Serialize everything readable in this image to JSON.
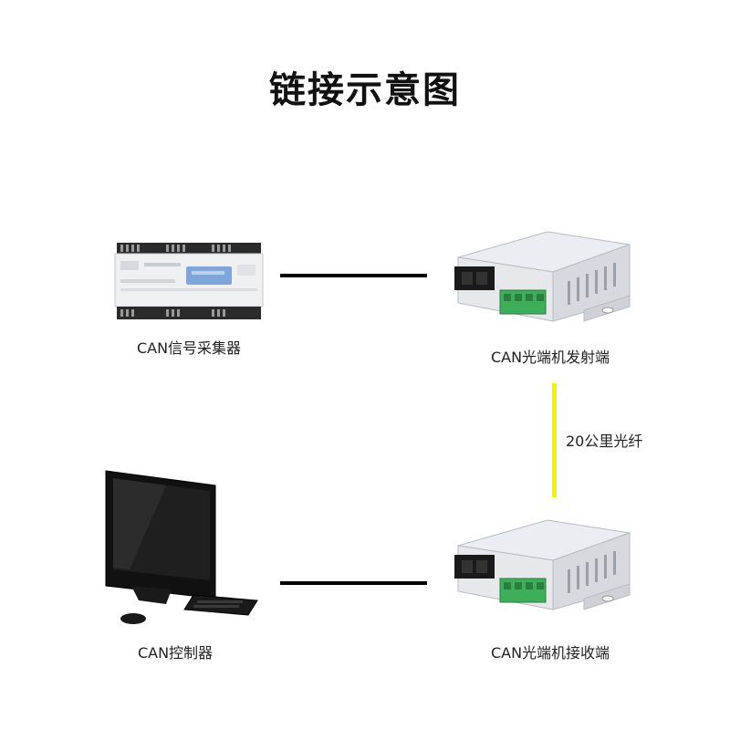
{
  "title": "链接示意图",
  "nodes": {
    "collector": "CAN信号采集器",
    "transmitter": "CAN光端机发射端",
    "controller": "CAN控制器",
    "receiver": "CAN光端机接收端"
  },
  "fiber_label": "20公里光纤",
  "colors": {
    "wire": "#000000",
    "fiber": "#f3f300",
    "terminal_green": "#3fae5a"
  },
  "icons": {
    "collector": "din-rail-module-icon",
    "transmitter": "fiber-converter-icon",
    "controller": "desktop-computer-icon",
    "receiver": "fiber-converter-icon"
  }
}
